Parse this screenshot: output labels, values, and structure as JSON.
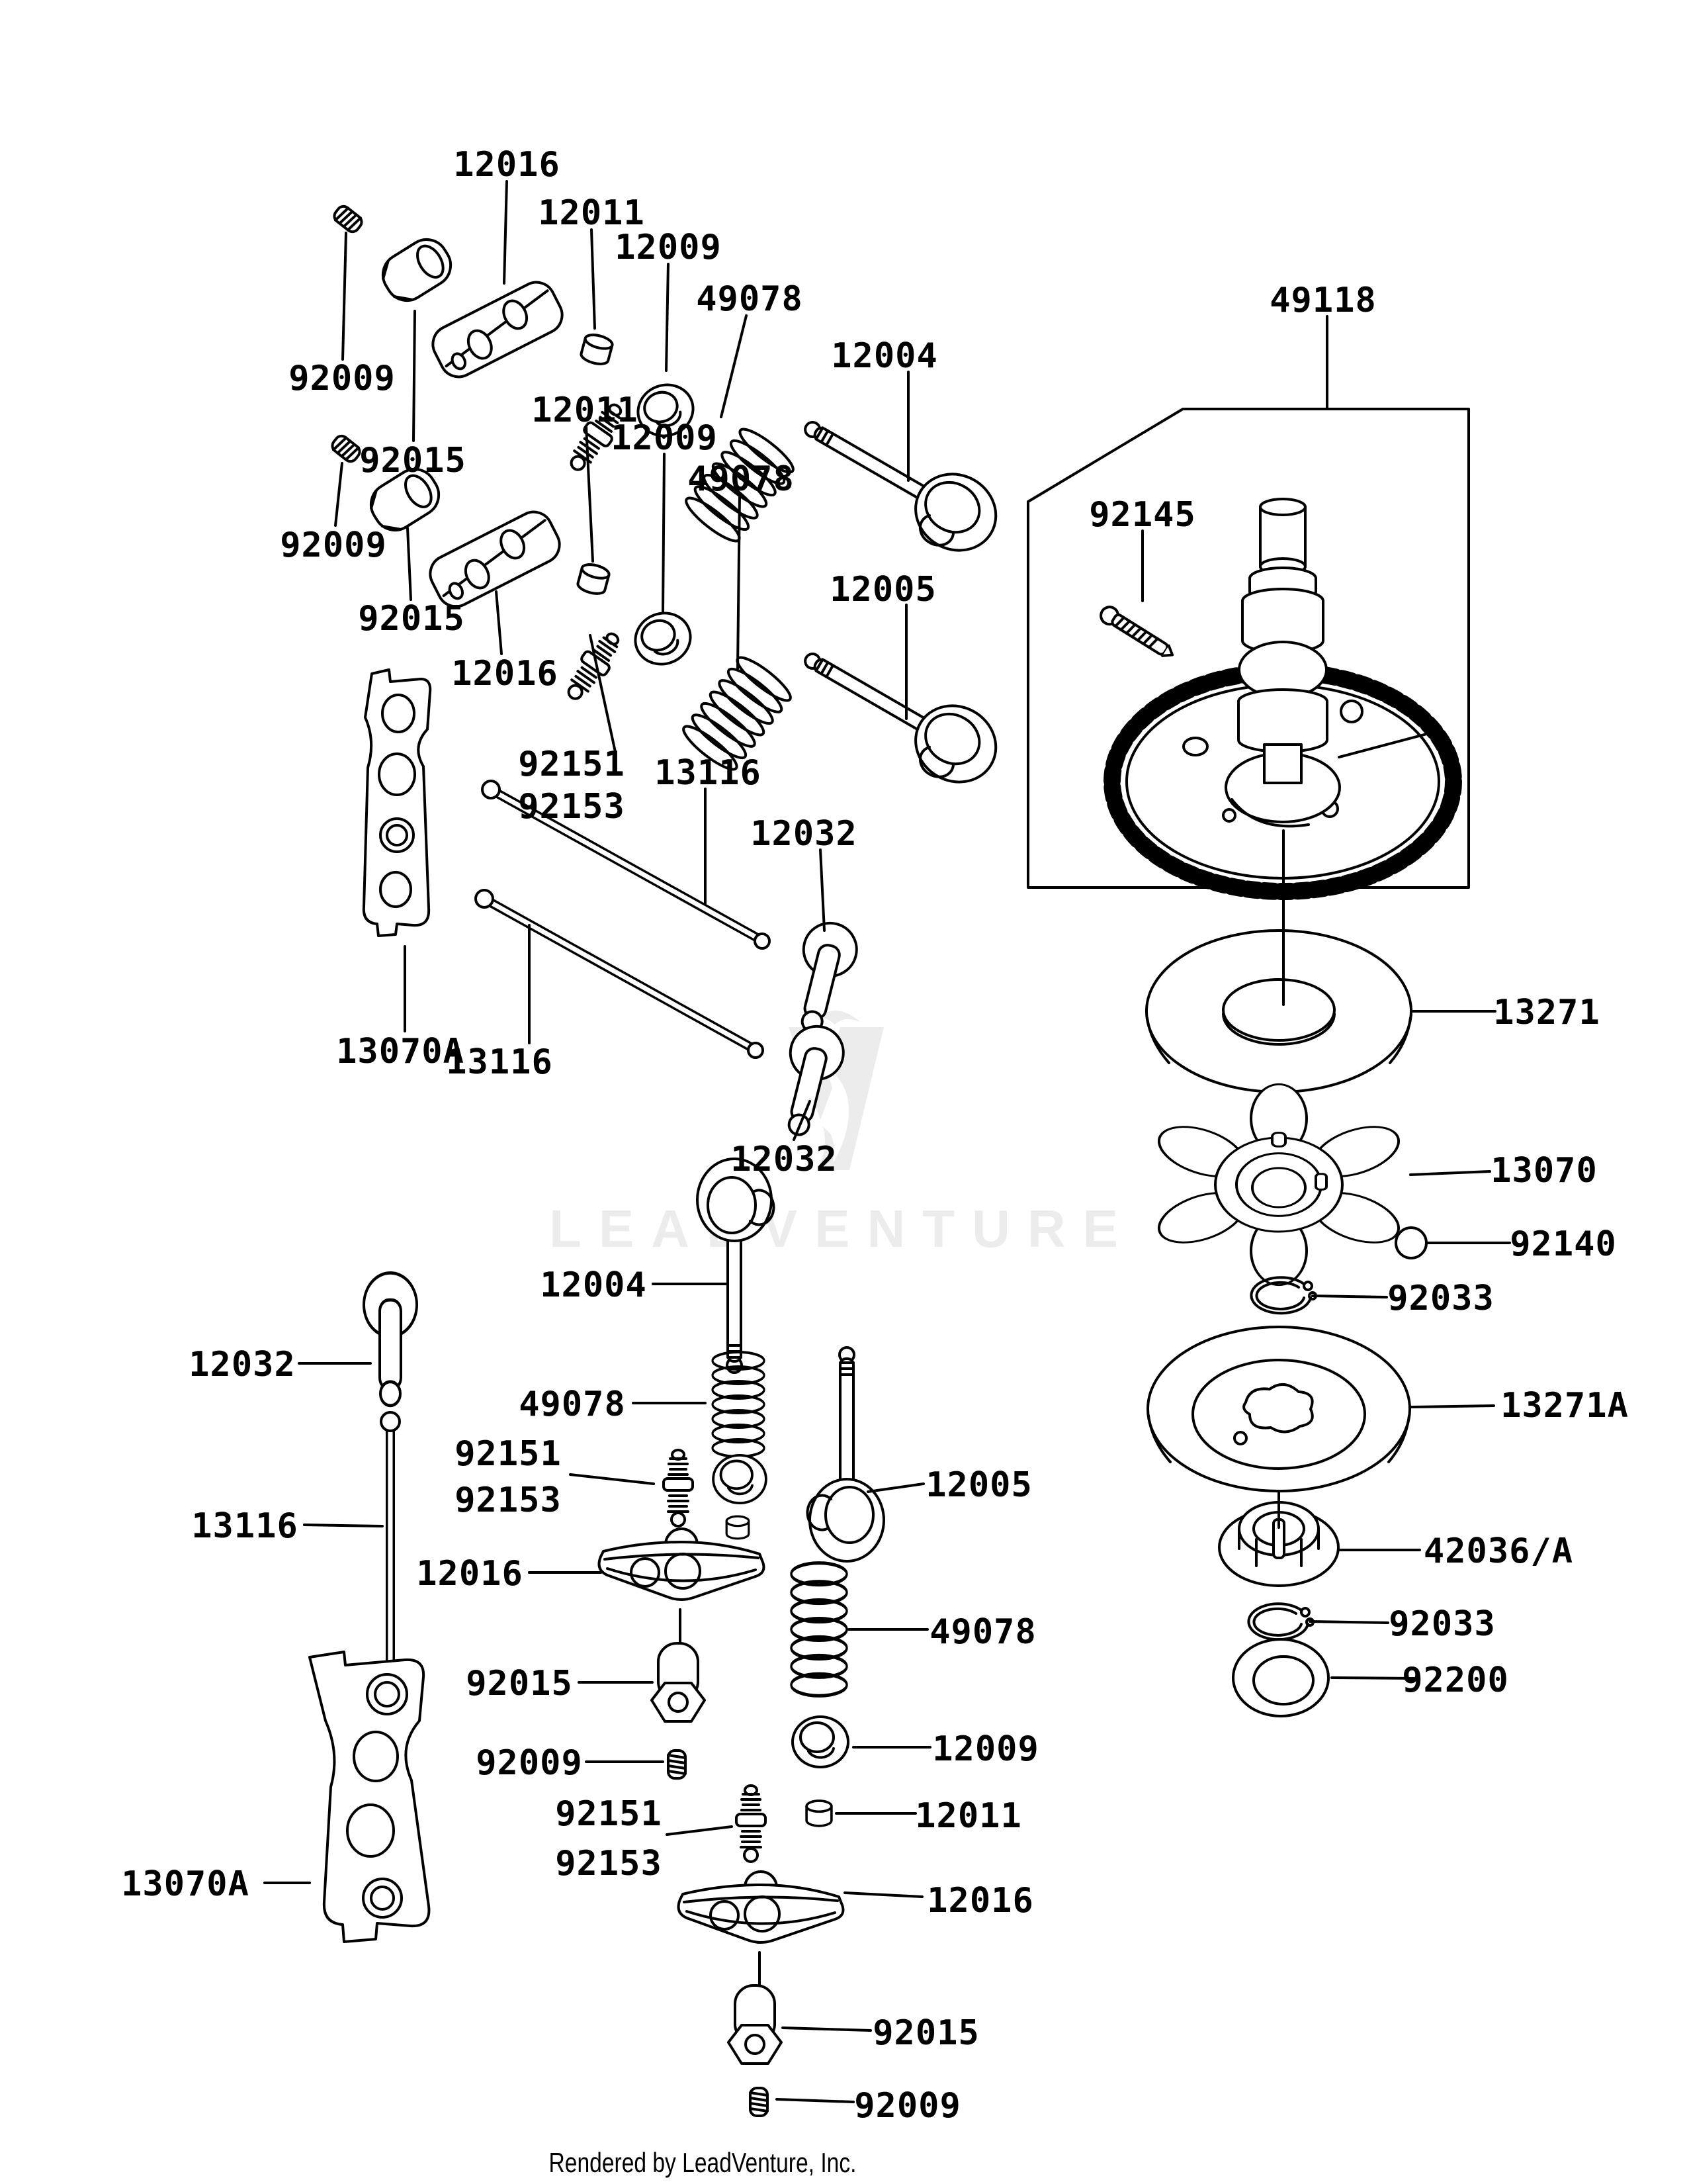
{
  "watermark": {
    "text": "LEADVENTURE"
  },
  "footer": {
    "text": "Rendered by LeadVenture, Inc."
  },
  "labels": [
    {
      "text": "12016"
    },
    {
      "text": "12011"
    },
    {
      "text": "12009"
    },
    {
      "text": "49078"
    },
    {
      "text": "92009"
    },
    {
      "text": "92015"
    },
    {
      "text": "12004"
    },
    {
      "text": "12011"
    },
    {
      "text": "12009"
    },
    {
      "text": "49078"
    },
    {
      "text": "92009"
    },
    {
      "text": "92015"
    },
    {
      "text": "12016"
    },
    {
      "text": "12005"
    },
    {
      "text": "92151"
    },
    {
      "text": "92153"
    },
    {
      "text": "13116"
    },
    {
      "text": "12032"
    },
    {
      "text": "13070A"
    },
    {
      "text": "13116"
    },
    {
      "text": "12032"
    },
    {
      "text": "49118"
    },
    {
      "text": "92145"
    },
    {
      "text": "13271"
    },
    {
      "text": "13070"
    },
    {
      "text": "92140"
    },
    {
      "text": "92033"
    },
    {
      "text": "13271A"
    },
    {
      "text": "42036/A"
    },
    {
      "text": "92033"
    },
    {
      "text": "92200"
    },
    {
      "text": "12004"
    },
    {
      "text": "49078"
    },
    {
      "text": "12032"
    },
    {
      "text": "13116"
    },
    {
      "text": "92151"
    },
    {
      "text": "92153"
    },
    {
      "text": "12016"
    },
    {
      "text": "12005"
    },
    {
      "text": "49078"
    },
    {
      "text": "92015"
    },
    {
      "text": "92009"
    },
    {
      "text": "12009"
    },
    {
      "text": "92151"
    },
    {
      "text": "92153"
    },
    {
      "text": "12011"
    },
    {
      "text": "13070A"
    },
    {
      "text": "12016"
    },
    {
      "text": "92015"
    },
    {
      "text": "92009"
    }
  ]
}
